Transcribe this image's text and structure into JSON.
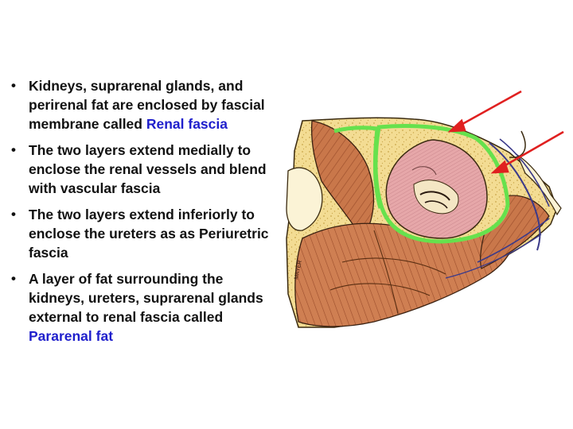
{
  "bullets": [
    {
      "text": "Kidneys, suprarenal glands, and perirenal fat are enclosed by fascial membrane called",
      "highlight": "Renal fascia"
    },
    {
      "text": "The two layers extend medially to enclose the renal vessels and blend with vascular fascia",
      "highlight": ""
    },
    {
      "text": "The two layers extend inferiorly to enclose the ureters as as Periuretric fascia",
      "highlight": ""
    },
    {
      "text": "A layer of fat surrounding the kidneys, ureters, suprarenal glands external to renal fascia called",
      "highlight": "Pararenal fat"
    }
  ],
  "figure": {
    "signature": "MAYER",
    "colors": {
      "fat": "#f3dc93",
      "fat_dots": "#c9a64a",
      "muscle": "#c9774a",
      "kidney": "#e6a7a9",
      "fascia_outline": "#66e14d",
      "arrow": "#e02020",
      "vessel": "#3b3a8a"
    }
  }
}
